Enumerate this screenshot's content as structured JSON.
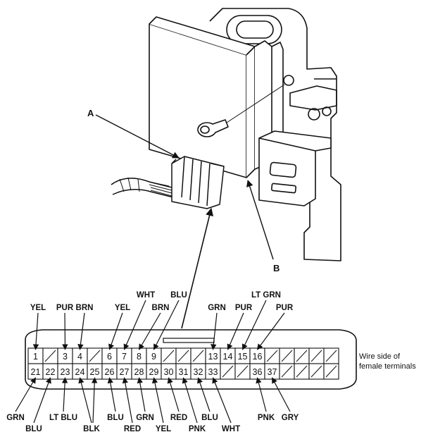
{
  "callouts": {
    "a": "A",
    "b": "B"
  },
  "note": {
    "line1": "Wire side of",
    "line2": "female terminals"
  },
  "pins": {
    "top": [
      "1",
      "",
      "3",
      "4",
      "",
      "6",
      "7",
      "8",
      "9",
      "",
      "",
      "",
      "13",
      "14",
      "15",
      "16",
      "",
      "",
      "",
      "",
      ""
    ],
    "bottom": [
      "21",
      "22",
      "23",
      "24",
      "25",
      "26",
      "27",
      "28",
      "29",
      "30",
      "31",
      "32",
      "33",
      "",
      "",
      "36",
      "37",
      "",
      "",
      "",
      ""
    ]
  },
  "wires": {
    "top": [
      {
        "pin": "1",
        "color": "YEL"
      },
      {
        "pin": "3",
        "color": "PUR"
      },
      {
        "pin": "4",
        "color": "BRN"
      },
      {
        "pin": "6",
        "color": "YEL"
      },
      {
        "pin": "7",
        "color": "WHT"
      },
      {
        "pin": "8",
        "color": "BRN"
      },
      {
        "pin": "9",
        "color": "BLU"
      },
      {
        "pin": "13",
        "color": "GRN"
      },
      {
        "pin": "14",
        "color": "PUR"
      },
      {
        "pin": "15",
        "color": "LT GRN"
      },
      {
        "pin": "16",
        "color": "PUR"
      }
    ],
    "bottom": [
      {
        "pin": "21",
        "color": "GRN"
      },
      {
        "pin": "22",
        "color": "BLU"
      },
      {
        "pin": "23",
        "color": "LT BLU"
      },
      {
        "pin": "24",
        "color": "BLK"
      },
      {
        "pin": "26",
        "color": "BLU"
      },
      {
        "pin": "27",
        "color": "RED"
      },
      {
        "pin": "28",
        "color": "GRN"
      },
      {
        "pin": "29",
        "color": "YEL"
      },
      {
        "pin": "30",
        "color": "RED"
      },
      {
        "pin": "31",
        "color": "PNK"
      },
      {
        "pin": "32",
        "color": "BLU"
      },
      {
        "pin": "33",
        "color": "WHT"
      },
      {
        "pin": "36",
        "color": "PNK"
      },
      {
        "pin": "37",
        "color": "GRY"
      }
    ]
  }
}
